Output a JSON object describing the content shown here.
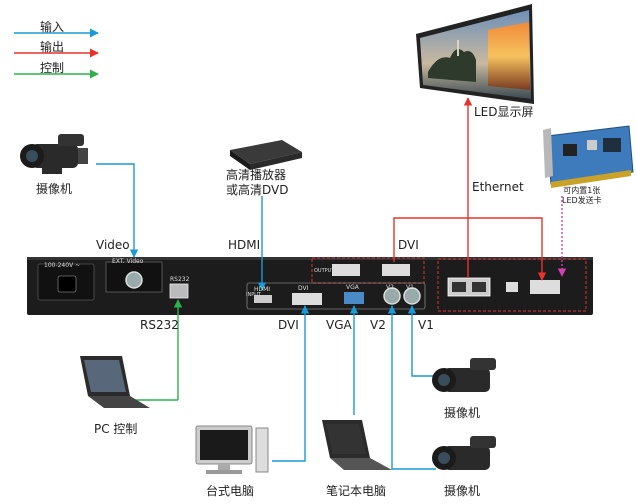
{
  "legend": {
    "input": {
      "label": "输入",
      "color": "#1a9ad6"
    },
    "output": {
      "label": "输出",
      "color": "#e8332d"
    },
    "control": {
      "label": "控制",
      "color": "#2bb34a"
    }
  },
  "devices": {
    "camera_top": "摄像机",
    "player": "高清播放器\n或高清DVD",
    "led_screen": "LED显示屏",
    "sender_card": "可内置1张\nLED发送卡",
    "pc_control": "PC 控制",
    "desktop": "台式电脑",
    "notebook": "笔记本电脑",
    "camera_right_1": "摄像机",
    "camera_right_2": "摄像机"
  },
  "connections": {
    "video": "Video",
    "hdmi": "HDMI",
    "dvi_top": "DVI",
    "ethernet": "Ethernet",
    "rs232": "RS232",
    "dvi_bottom": "DVI",
    "vga": "VGA",
    "v2": "V2",
    "v1": "V1"
  },
  "panel": {
    "power": "100-240V ~",
    "ext_video": "EXT. Video",
    "rs232": "RS232",
    "hdmi": "HDMI",
    "dvi": "DVI",
    "vga": "VGA",
    "v2": "V2",
    "v1": "V1",
    "input_tag": "INPUT",
    "output_tag": "OUTPUT"
  }
}
